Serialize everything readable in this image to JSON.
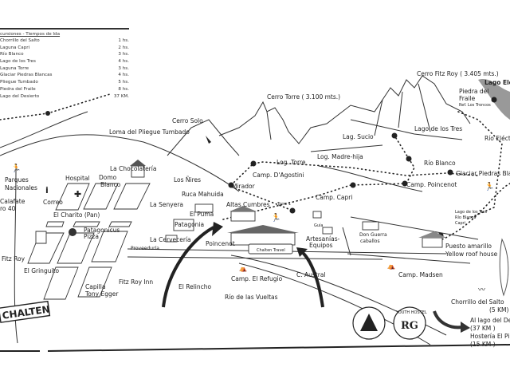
{
  "legend": {
    "title": "cursiones - Tiempos de Ida",
    "rows": [
      {
        "place": "Chorrillo del Salto",
        "time": "1 hs."
      },
      {
        "place": "Laguna Capri",
        "time": "2 hs."
      },
      {
        "place": "Río Blanco",
        "time": "3 hs."
      },
      {
        "place": "Lago de los Tres",
        "time": "4 hs."
      },
      {
        "place": "Laguna Torre",
        "time": "3 hs."
      },
      {
        "place": "Glaciar Piedras Blancas",
        "time": "4 hs."
      },
      {
        "place": "Pliegue Tumbado",
        "time": "5 hs."
      },
      {
        "place": "Piedra del Fraile",
        "time": "8 hs."
      },
      {
        "place": "Lago del Desierto",
        "time": "37 KM."
      }
    ]
  },
  "labels": {
    "cerro_torre": "Cerro Torre ( 3.100 mts.)",
    "cerro_fitz_roy": "Cerro Fitz Roy ( 3.405 mts.)",
    "cerro_solo": "Cerro Solo",
    "loma": "Loma del Pliegue Tumbado",
    "lago_electrico": "Lago Eléc",
    "piedra_fraile_1": "Piedra del",
    "piedra_fraile_2": "Fraile",
    "ref_troncos": "Ref. Los Troncos",
    "lag_sucio": "Lag. Sucio",
    "lago_tres": "Lago de los Tres",
    "rio_electrico": "Río Eléct",
    "madre_hija": "Log. Madre-hija",
    "lag_torre": "Log. Torre",
    "camp_agostini": "Camp. D'Agostini",
    "rio_blanco": "Río Blanco",
    "glaciar": "Glaciar Piedras Blanca",
    "camp_poincenot": "Camp. Poincenot",
    "camp_capri": "Camp. Capri",
    "mirador": "Mirador",
    "torre1": "Torre 1",
    "los_nires": "Los Ñires",
    "ruca": "Ruca Mahuida",
    "altas_cumbres": "Altas Cumbres",
    "chocolateria": "La Chocolatería",
    "domo_1": "Domo",
    "domo_2": "Blanco",
    "hospital": "Hospital",
    "parques_1": "Parques",
    "parques_2": "Nacionales",
    "calafate_1": "Calafate",
    "calafate_2": "ro 40",
    "correo": "Correo",
    "charito": "El Charito (Pan)",
    "senyera": "La Senyera",
    "el_puma": "El Puma",
    "patagonicus_1": "Patagonicus",
    "patagonicus_2": "Pizza",
    "patagonia": "Patagonia",
    "cerveceria": "La Cervecería",
    "proveeduria": "Proveeduría",
    "poincenot": "Poincenot",
    "guia": "Guía",
    "artesanias_1": "Artesanías-",
    "artesanias_2": "Equipos",
    "don_guerra_1": "Don Guerra",
    "don_guerra_2": "caballos",
    "sign_1": "Lago de los Tres",
    "sign_2": "Río Blanco",
    "sign_3": "Capri",
    "puesto_1": "Puesto amarillo",
    "puesto_2": "Yellow roof house",
    "fitz_roy": "Fitz Roy",
    "gringuito": "El Gringuito",
    "capilla_1": "Capilla",
    "capilla_2": "Tony Egger",
    "fitz_roy_inn": "Fitz Roy Inn",
    "relincho": "El Relincho",
    "camp_refugio": "Camp. El Refugio",
    "c_austral": "C. Austral",
    "rio_vueltas": "Río de las Vueltas",
    "camp_madsen": "Camp. Madsen",
    "chorrillo": "Chorrillo del Salto",
    "chorrillo_km": "(5 KM)",
    "desierto": "Al lago del Desie",
    "desierto_km": "(37 KM )",
    "pilar": "Hostería El Pilar",
    "pilar_km": "(15 KM )",
    "bus": "Chalten Travel",
    "banner": "CHALTEN"
  },
  "logo": {
    "initials": "RG",
    "ring_text": "YOUTH HOSTEL"
  }
}
